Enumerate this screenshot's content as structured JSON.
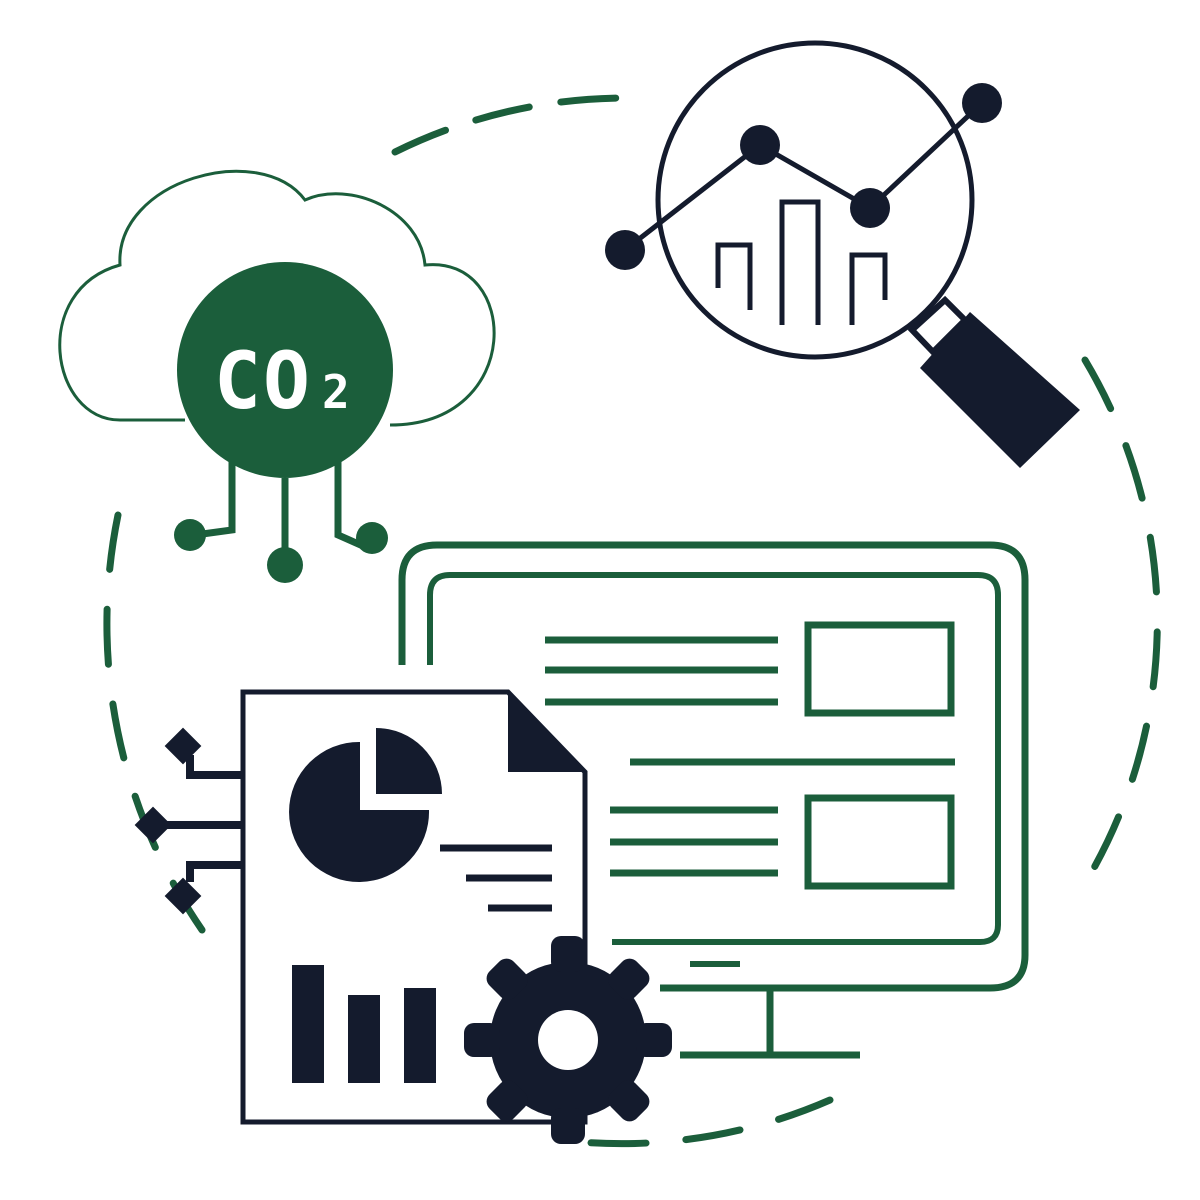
{
  "illustration": {
    "cloud": {
      "label_main": "CO",
      "label_sub": "2"
    }
  },
  "colors": {
    "green": "#1b5e3b",
    "navy": "#141b2d",
    "background": "#ffffff"
  },
  "icons": [
    "dashed-orbit",
    "co2-cloud-icon",
    "magnifier-chart-icon",
    "monitor-dashboard-icon",
    "report-document-icon",
    "gear-icon",
    "circuit-connector-icon"
  ]
}
